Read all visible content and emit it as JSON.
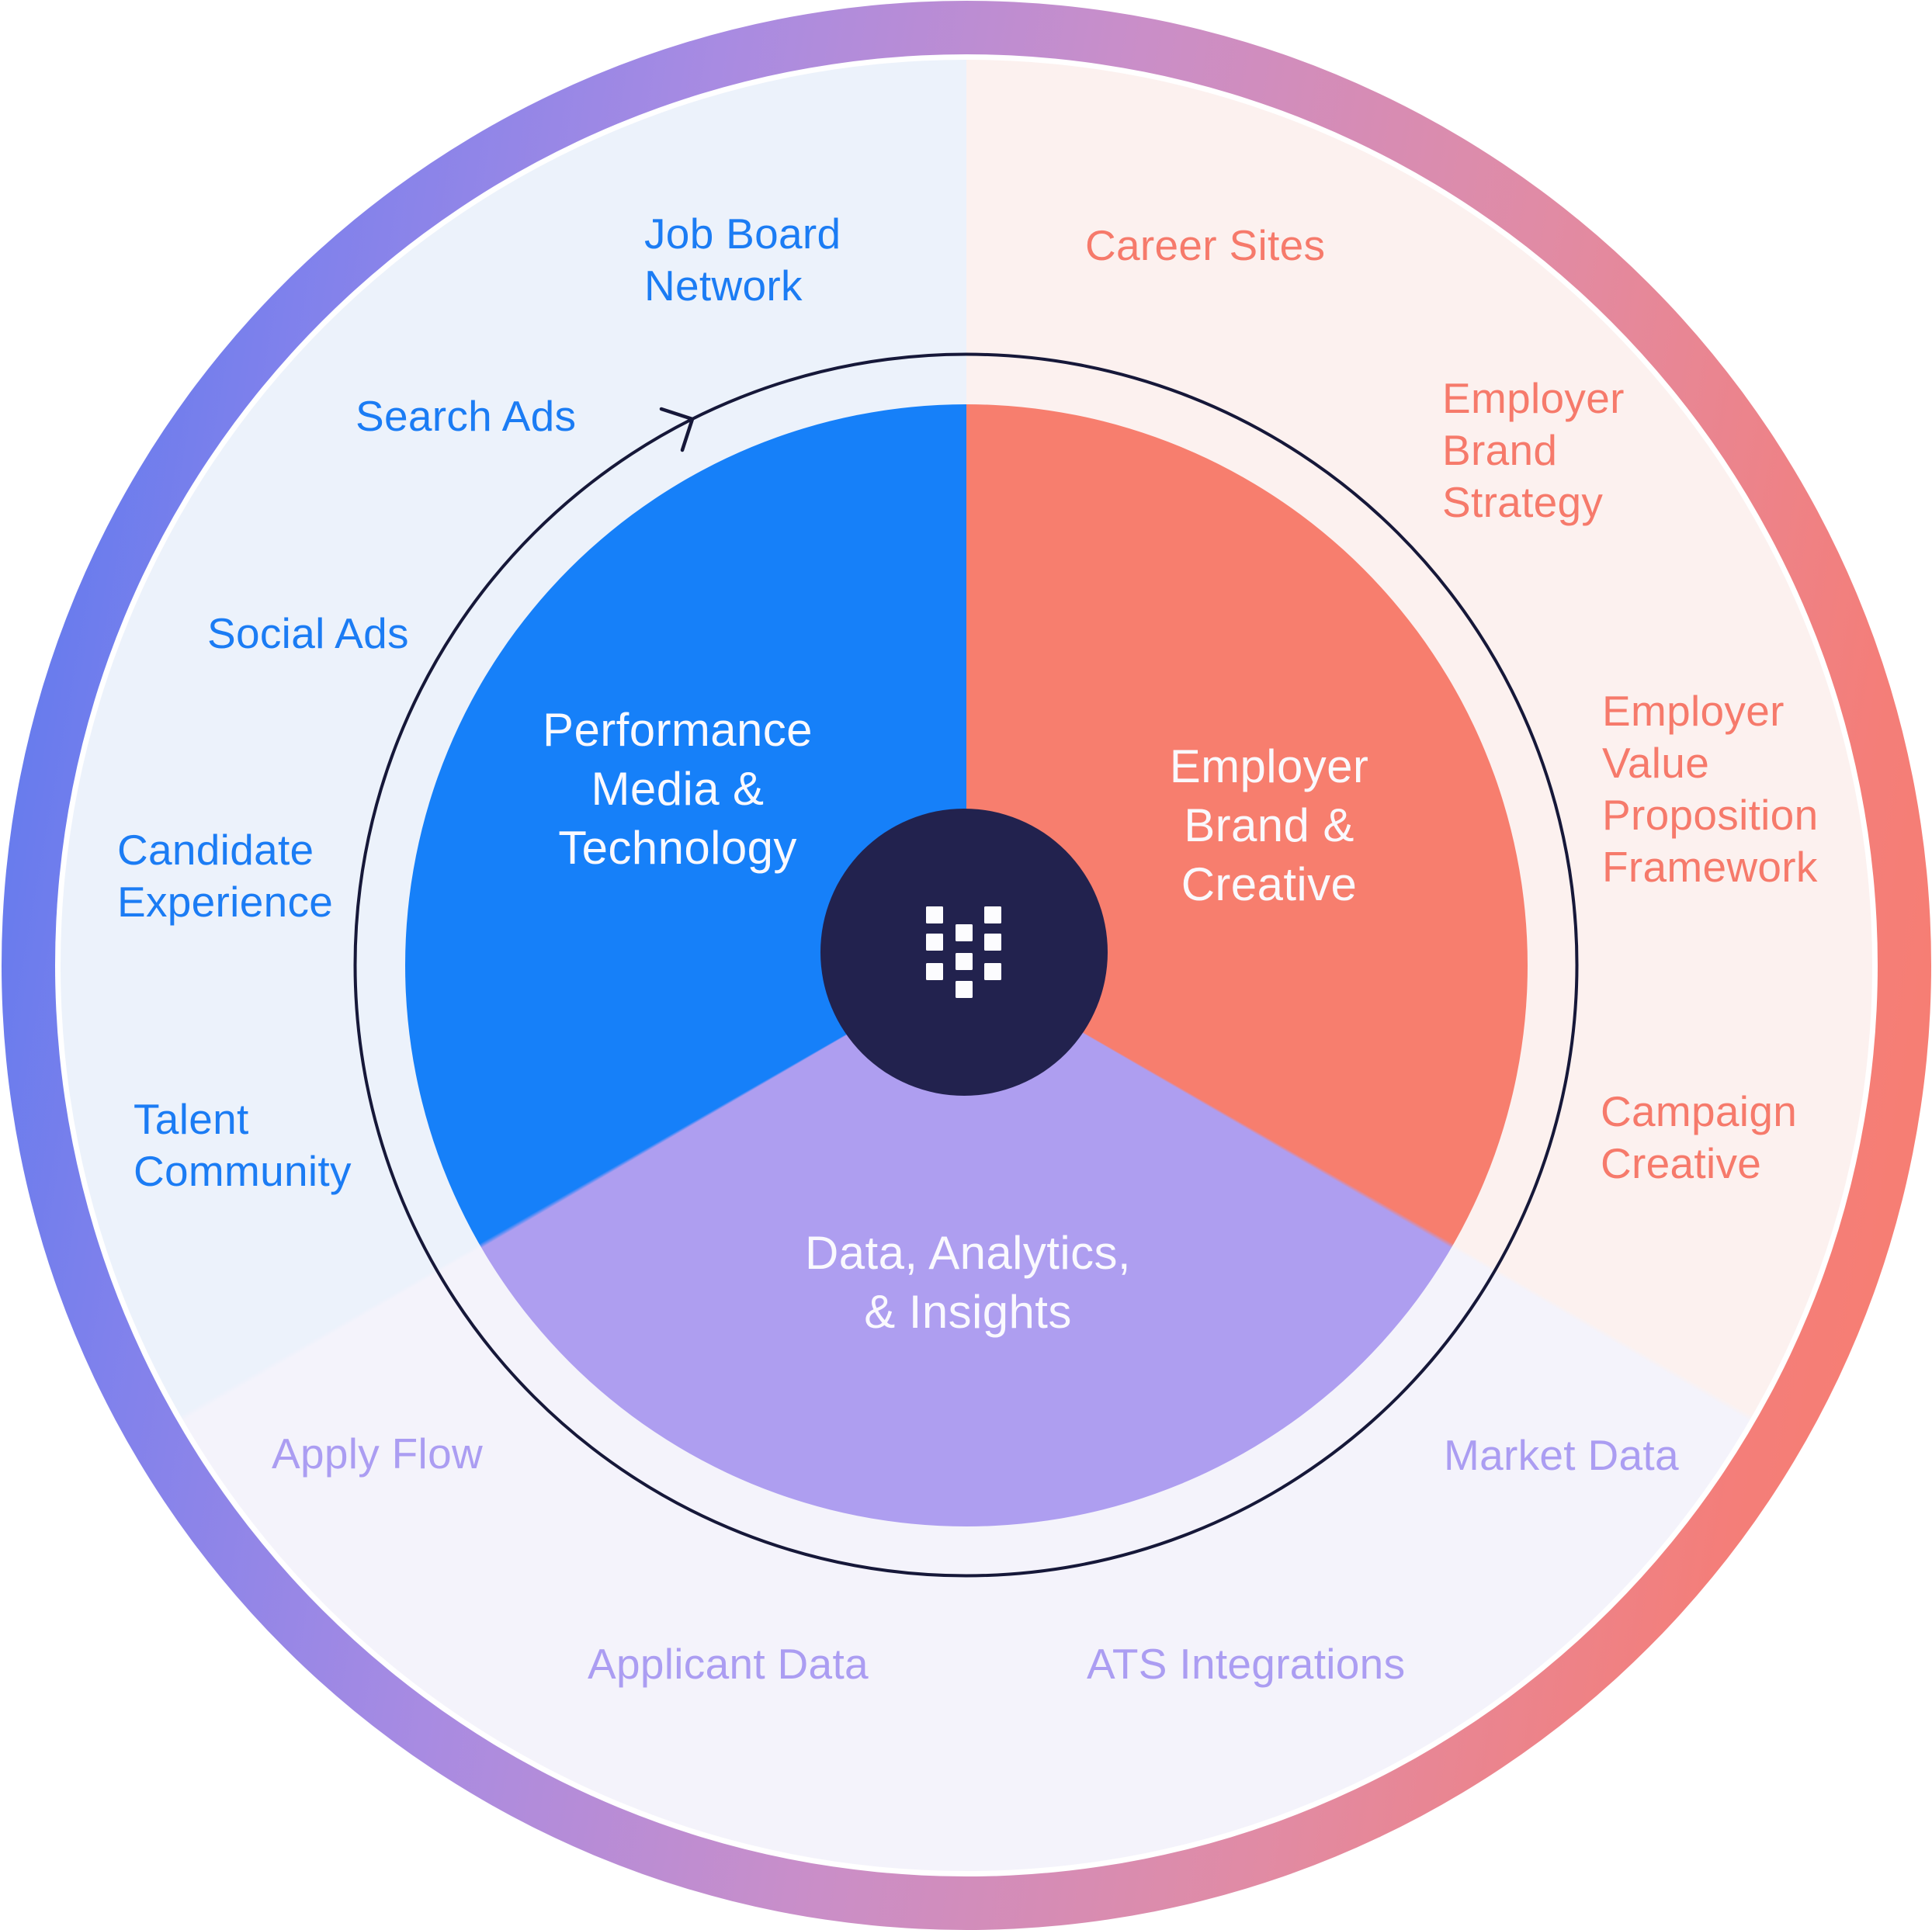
{
  "diagram_type": "circular-services-wheel",
  "orbit": {
    "direction": "clockwise"
  },
  "logo_icon": "dotted-v-mark",
  "colors": {
    "ring_gradient": [
      "#5577EE",
      "#A88BE2",
      "#C98EC9",
      "#F97D6C"
    ],
    "center_circle": "#22224E",
    "orbit_line": "#161839",
    "segment_label_text": "#FAF9FE",
    "white_ring": "#FFFFFF"
  },
  "segments": [
    {
      "id": "performance-media-technology",
      "label": "Performance\nMedia &\nTechnology",
      "color": "#1680F9",
      "pale_color": "#ECF2FB",
      "item_text_color": "#1B7CF4",
      "outer_items": [
        "Job Board\nNetwork",
        "Search Ads",
        "Social Ads",
        "Candidate\nExperience",
        "Talent\nCommunity"
      ]
    },
    {
      "id": "employer-brand-creative",
      "label": "Employer\nBrand &\nCreative",
      "color": "#F77E6E",
      "pale_color": "#FCF1EF",
      "item_text_color": "#F67A6B",
      "outer_items": [
        "Career Sites",
        "Employer\nBrand\nStrategy",
        "Employer\nValue\nProposition\nFramework",
        "Campaign\nCreative"
      ]
    },
    {
      "id": "data-analytics-insights",
      "label": "Data, Analytics,\n& Insights",
      "color": "#AE9EF0",
      "pale_color": "#F4F3FB",
      "item_text_color": "#AB9DF2",
      "outer_items": [
        "Apply Flow",
        "Applicant Data",
        "ATS Integrations",
        "Market Data"
      ]
    }
  ]
}
